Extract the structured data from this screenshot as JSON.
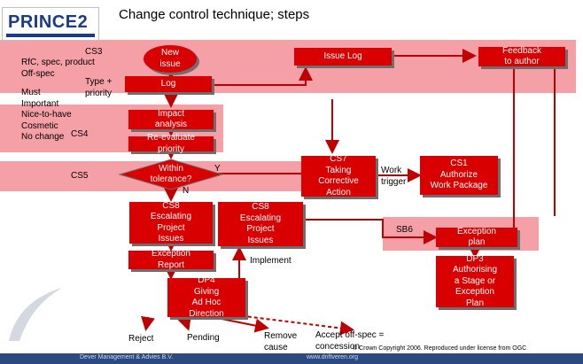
{
  "title": "Change control technique; steps",
  "logo": {
    "text": "PRINCE2"
  },
  "labels": {
    "cs3": "CS3",
    "rfc": "RfC, spec, product\nOff-spec",
    "type_priority": "Type +\npriority",
    "priorities": "Must\nImportant\nNice-to-have\nCosmetic\nNo change",
    "cs4": "CS4",
    "cs5": "CS5",
    "y": "Y",
    "n": "N",
    "work_trigger": "Work\ntrigger",
    "sb6": "SB6",
    "implement": "Implement",
    "reject": "Reject",
    "pending": "Pending",
    "remove_cause": "Remove\ncause",
    "accept": "Accept off-spec =\nconcession",
    "copyright": "© Crown Copyright 2006. Reproduced under license from OGC"
  },
  "boxes": {
    "new_issue": "New\nissue",
    "issue_log": "Issue Log",
    "feedback": "Feedback\nto author",
    "log": "Log",
    "impact": "Impact\nanalysis",
    "reevaluate": "Re-evaluate\npriority",
    "tolerance": "Within\ntolerance?",
    "cs7": "CS7\nTaking\nCorrective\nAction",
    "cs1": "CS1\nAuthorize\nWork Package",
    "cs8a": "CS8\nEscalating\nProject\nIssues",
    "cs8b": "CS8\nEscalating\nProject\nIssues",
    "exception_report": "Exception\nReport",
    "exception_plan": "Exception\nplan",
    "dp3": "DP3\nAuthorising\na Stage or\nException\nPlan",
    "dp4": "DP4\nGiving\nAd Hoc\nDirection"
  },
  "footer": {
    "left": "Dever Management & Advies B.V.",
    "right": "www.driftveren.org"
  },
  "colors": {
    "box": "#d80000",
    "band": "#f4a0a6",
    "arrow": "#c00000",
    "footer": "#2c4a82"
  }
}
